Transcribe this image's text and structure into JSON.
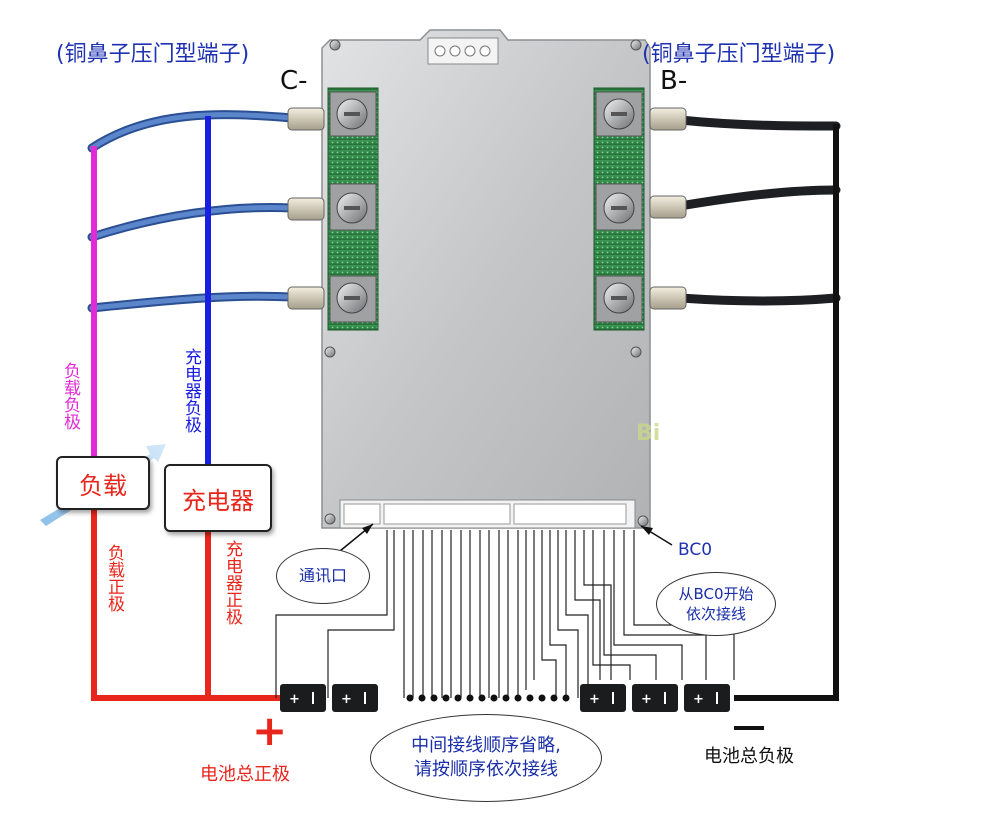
{
  "labels": {
    "top_left_terminal": "(铜鼻子压门型端子)",
    "top_right_terminal": "(铜鼻子压门型端子)",
    "c_minus": "C-",
    "b_minus": "B-",
    "load_negative": "负载负极",
    "charger_negative": "充电器负极",
    "load_box": "负载",
    "charger_box": "充电器",
    "load_positive": "负载正极",
    "charger_positive": "充电器正极",
    "comm_port": "通讯口",
    "bc0": "BC0",
    "start_from_bc0_line1": "从BC0开始",
    "start_from_bc0_line2": "依次接线",
    "middle_note_line1": "中间接线顺序省略,",
    "middle_note_line2": "请按顺序依次接线",
    "battery_total_positive": "电池总正极",
    "battery_total_negative": "电池总负极",
    "plus_symbol": "+",
    "minus_symbol": "—",
    "watermark": "Bi"
  },
  "colors": {
    "title_blue": "#1f32b0",
    "positive_red": "#e8261c",
    "load_magenta": "#e22bd6",
    "charger_blue": "#1a1ee0",
    "cable_blue": "#3a64b0",
    "cable_black": "#1d1f22",
    "board_gray": "#c9cbcc",
    "pcb_green": "#2f8a46"
  }
}
